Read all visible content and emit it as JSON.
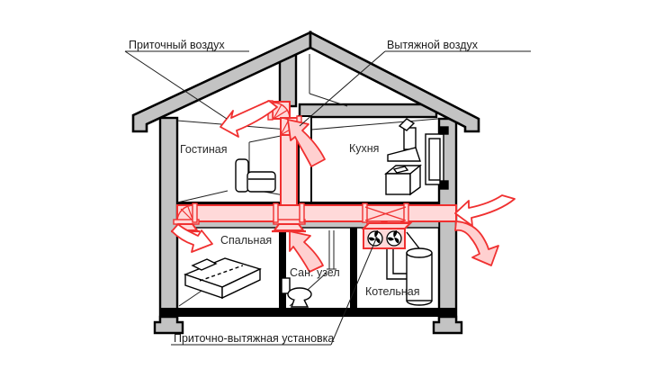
{
  "diagram": {
    "callouts": {
      "supply_air": "Приточный воздух",
      "exhaust_air": "Вытяжной воздух",
      "ahu": "Приточно-вытяжная установка"
    },
    "rooms": {
      "living": "Гостиная",
      "kitchen": "Кухня",
      "bedroom": "Спальная",
      "bathroom": "Сан. узел",
      "boiler": "Котельная"
    },
    "colors": {
      "duct_fill": "#ffd9d9",
      "duct_stroke": "#f03030",
      "arrow_fill": "#ffd0d0",
      "wall_fill": "#c3c3c3",
      "outline": "#000000"
    }
  }
}
